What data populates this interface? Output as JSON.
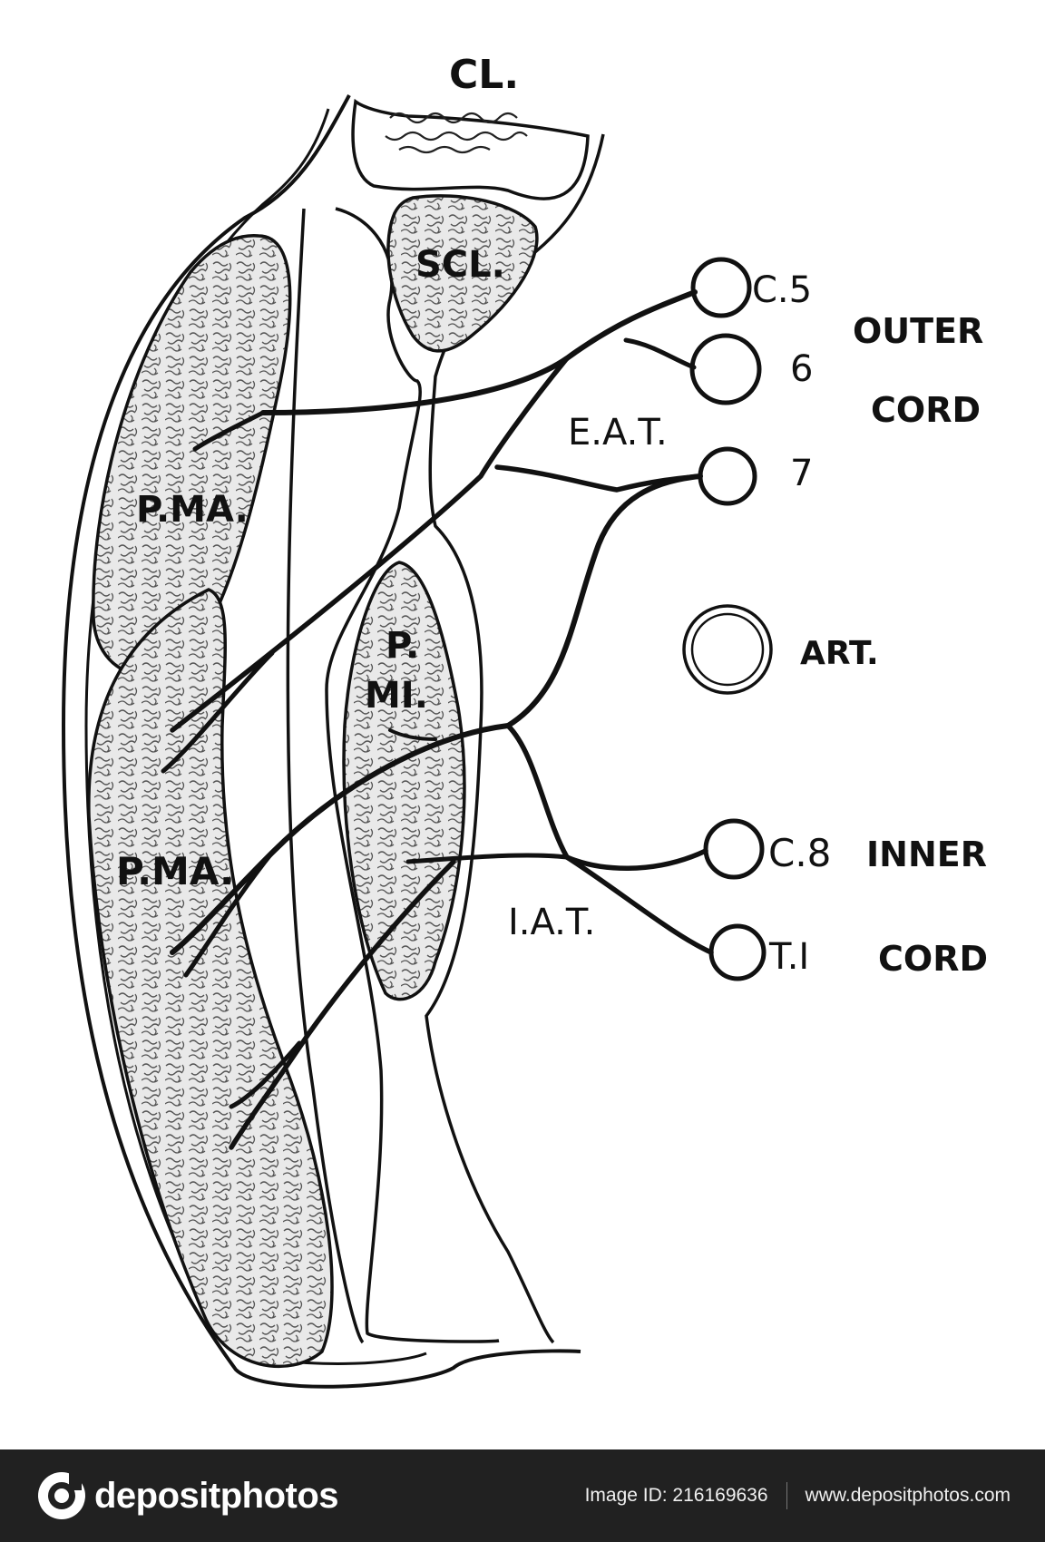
{
  "labels": {
    "cl": "CL.",
    "scl": "SCL.",
    "pma_upper": "P.MA.",
    "pma_lower": "P.MA.",
    "pmi_p": "P.",
    "pmi_mi": "MI.",
    "eat": "E.A.T.",
    "iat": "I.A.T.",
    "c5": "C.5",
    "six": "6",
    "seven": "7",
    "c8": "C.8",
    "t1": "T.I",
    "outer": "OUTER",
    "outer_cord": "CORD",
    "art": "ART.",
    "inner": "INNER",
    "inner_cord": "CORD"
  },
  "footer": {
    "brand": "depositphotos",
    "image_id": "Image ID: 216169636",
    "url": "www.depositphotos.com"
  },
  "colors": {
    "ink": "#111111",
    "footer_bg": "#212121",
    "texture": "#555555"
  }
}
